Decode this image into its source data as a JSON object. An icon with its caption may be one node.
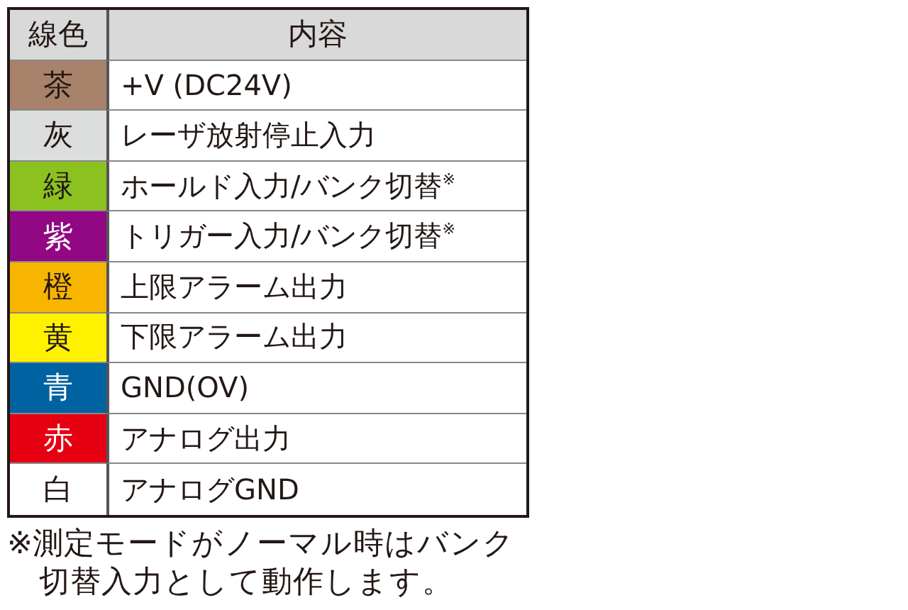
{
  "diagram": {
    "labels": [
      "線色",
      "内容",
      "+V (DC24V)",
      "レーザ放射停止入力",
      "ホールド入力/バンク切替$^{※}$",
      "トリガー入力/バンク切替$^{※}$",
      "上限アラーム出力",
      "下限アラーム出力",
      "GND(OV)",
      "アナログ出力",
      "アナログGND",
      "※測定モードがノーマル時はバンク切替入力として動作します。"
    ],
    "legend": [
      {
        "text": "茶",
        "color": "#a8826a"
      },
      {
        "text": "灰",
        "color": "#dcdddd"
      },
      {
        "text": "緑",
        "color": "#8cc21f"
      },
      {
        "text": "紫",
        "color": "#920783"
      },
      {
        "text": "橙",
        "color": "#f8b500"
      },
      {
        "text": "黄",
        "color": "#fff100"
      },
      {
        "text": "青",
        "color": "#0062a0"
      },
      {
        "text": "赤",
        "color": "#e60012"
      },
      {
        "text": "白",
        "color": "#ffffff"
      }
    ]
  }
}
